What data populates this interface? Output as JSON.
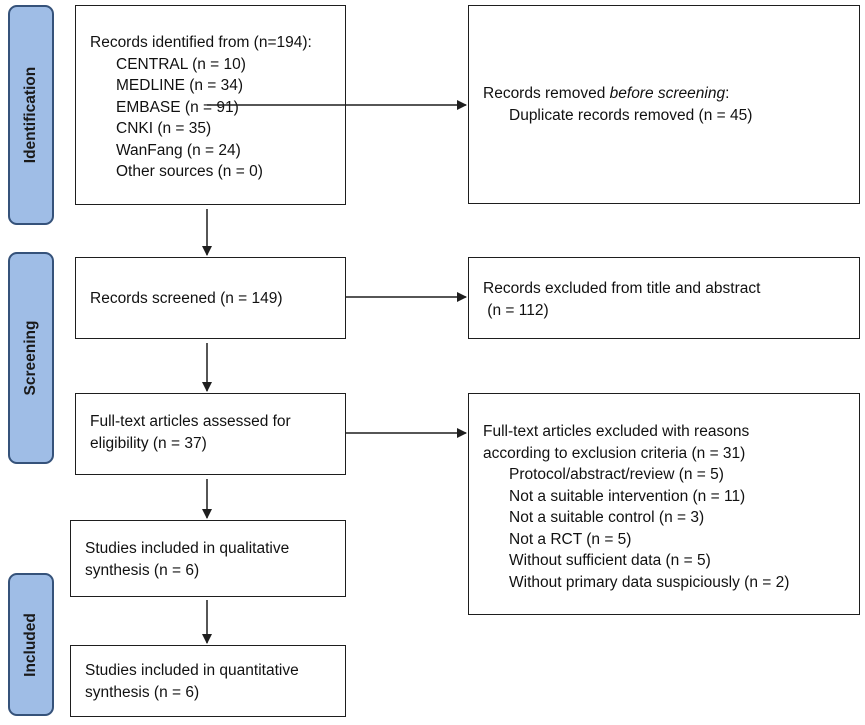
{
  "phases": {
    "identification": "Identification",
    "screening": "Screening",
    "included": "Included"
  },
  "identified": {
    "heading": "Records identified from (n=194):",
    "sources": [
      "CENTRAL (n = 10)",
      "MEDLINE (n = 34)",
      "EMBASE (n = 91)",
      "CNKI (n = 35)",
      "WanFang (n = 24)",
      "Other sources (n = 0)"
    ]
  },
  "removed": {
    "heading_prefix": "Records removed ",
    "heading_italic": "before screening",
    "heading_suffix": ":",
    "detail": "Duplicate records removed (n = 45)"
  },
  "screened": {
    "text": "Records screened (n = 149)"
  },
  "excluded_title": {
    "line1": "Records excluded from title and abstract",
    "line2": " (n = 112)"
  },
  "fulltext": {
    "line1": "Full-text articles assessed for",
    "line2": "eligibility (n = 37)"
  },
  "fulltext_excluded": {
    "line1": "Full-text articles excluded with reasons",
    "line2": "according to exclusion criteria (n = 31)",
    "reasons": [
      "Protocol/abstract/review (n = 5)",
      "Not a suitable intervention (n = 11)",
      "Not a suitable control (n = 3)",
      "Not a RCT (n = 5)",
      "Without sufficient data (n = 5)",
      "Without primary data suspiciously (n = 2)"
    ]
  },
  "qualitative": {
    "line1": "Studies included in qualitative",
    "line2": "synthesis (n = 6)"
  },
  "quantitative": {
    "line1": "Studies included in quantitative",
    "line2": "synthesis (n = 6)"
  },
  "colors": {
    "phase_fill": "#9fbde6",
    "phase_border": "#35527a",
    "box_border": "#1e1e1e",
    "arrow": "#1e1e1e"
  }
}
